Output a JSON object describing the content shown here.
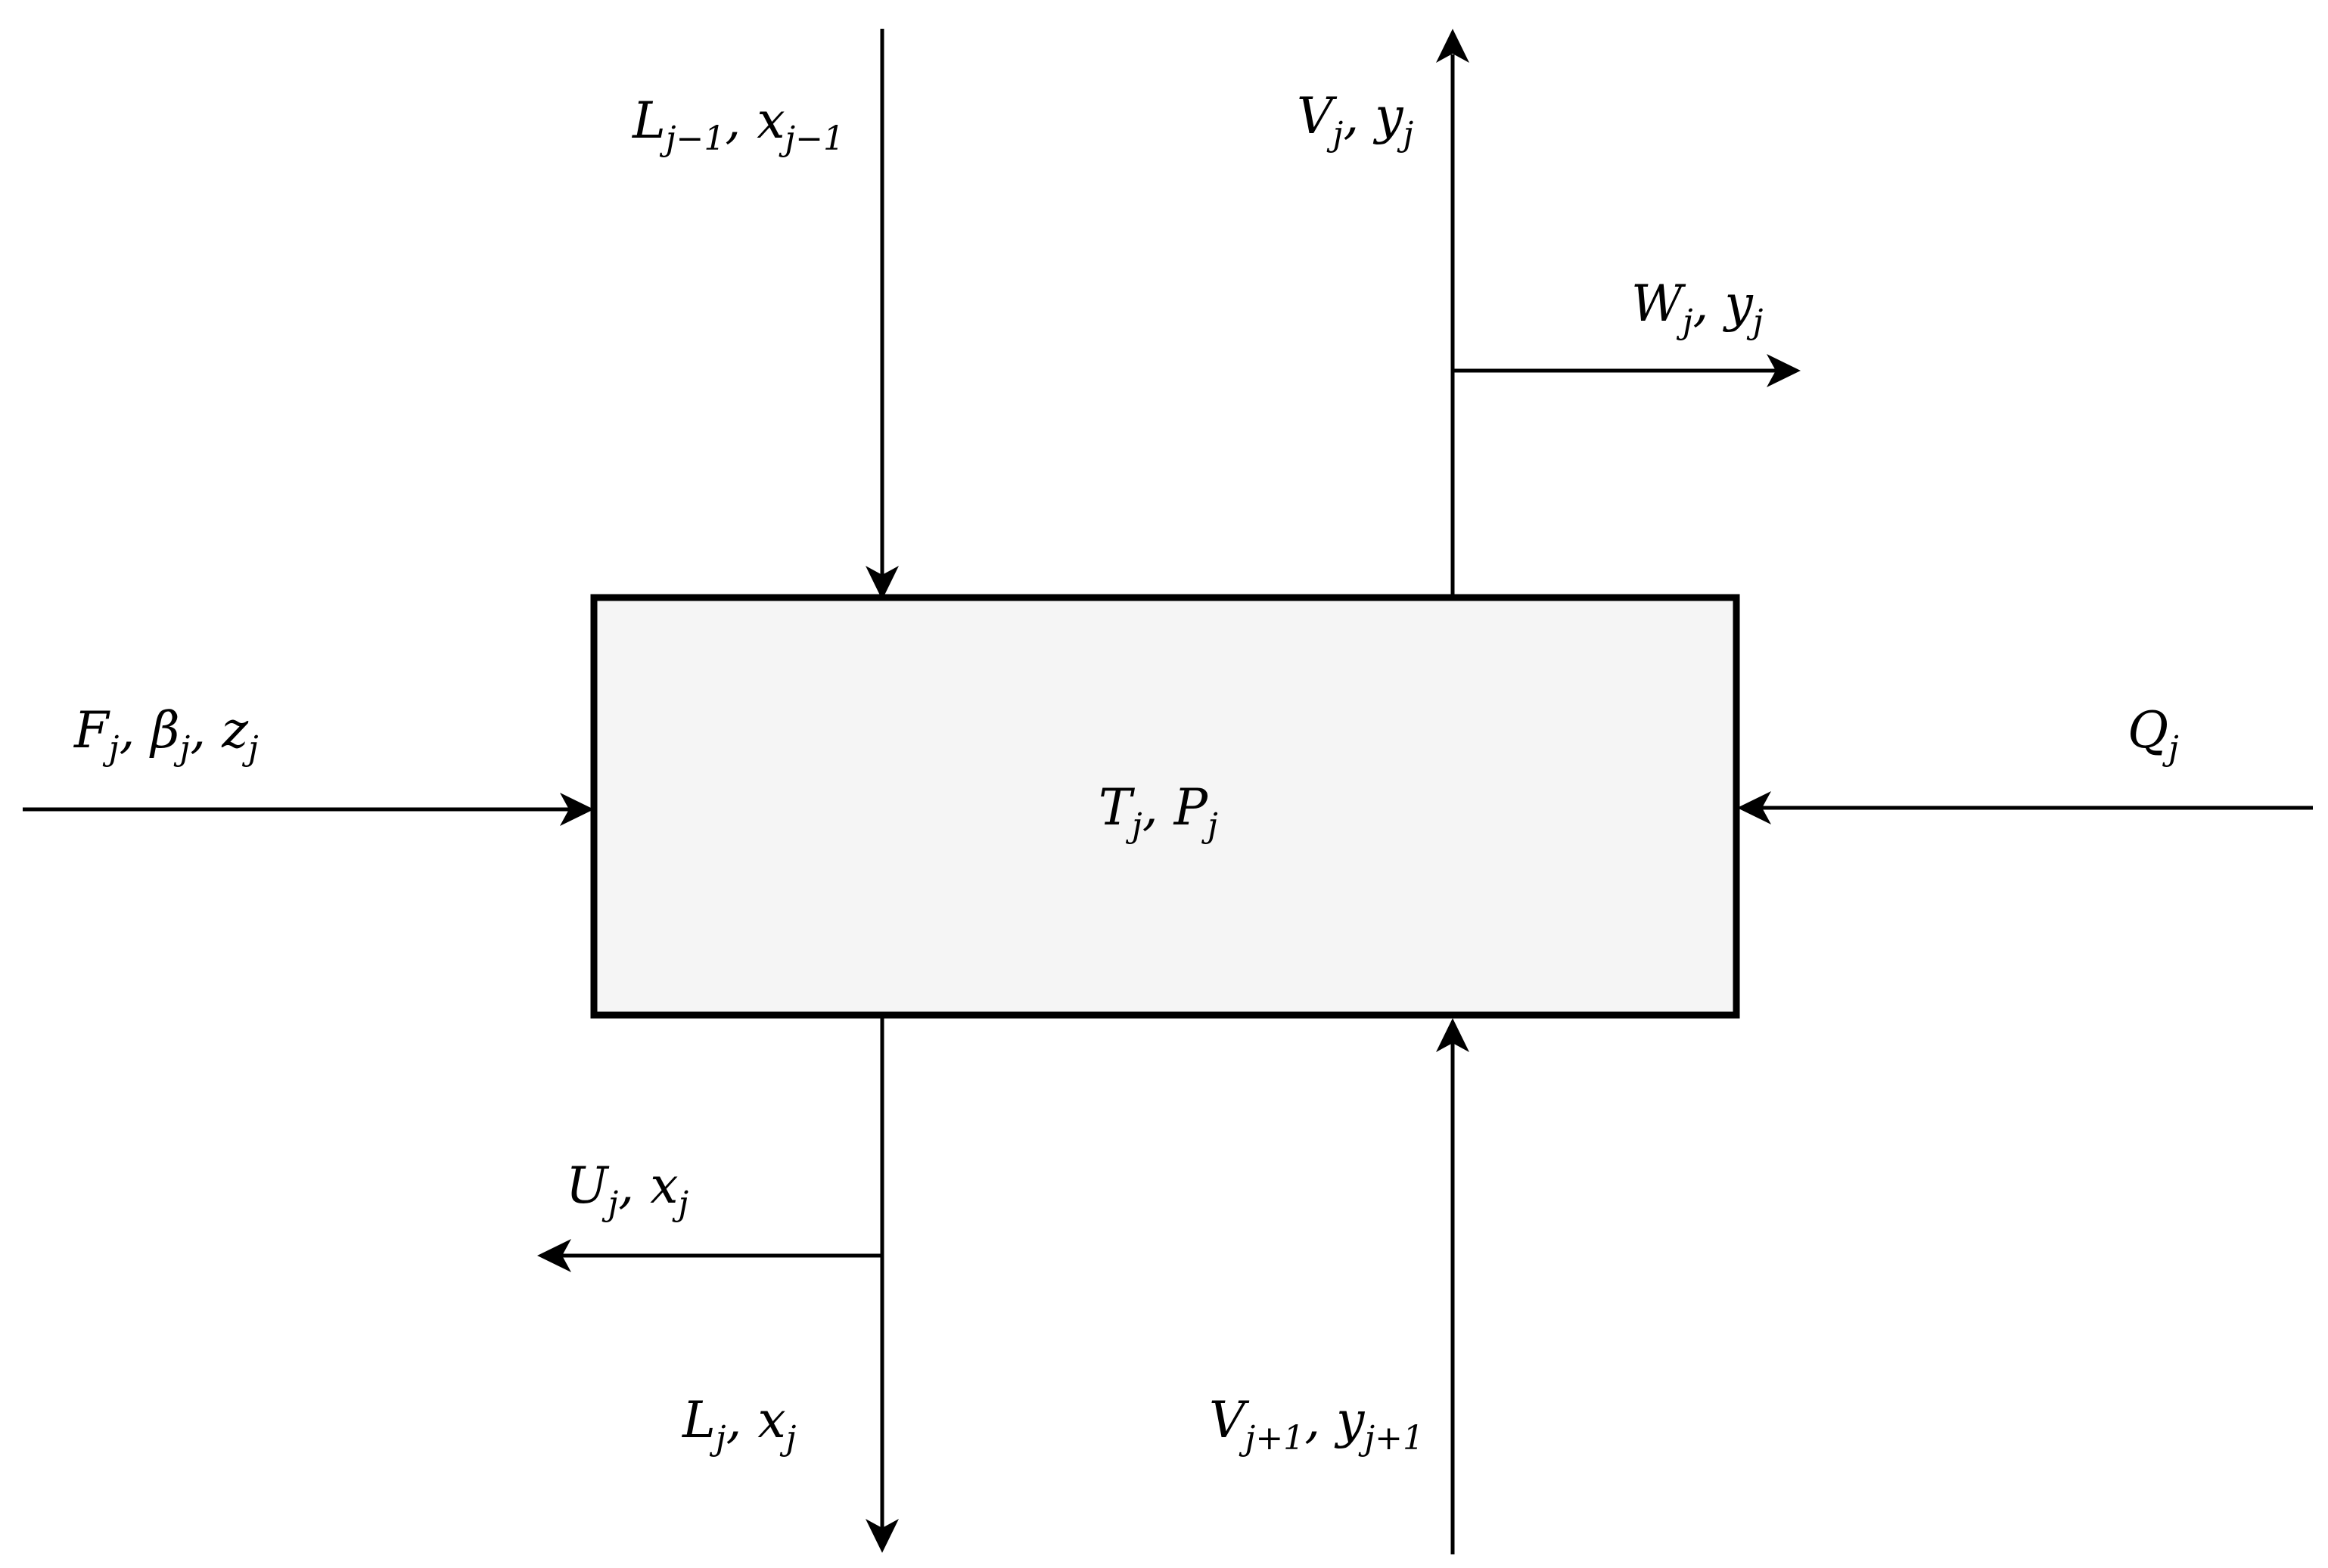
{
  "colors": {
    "line": "#000000",
    "stage_fill": "#f5f5f5",
    "background": "#ffffff"
  },
  "stage": {
    "label": {
      "main": "T",
      "sub": "j",
      "sep": ", ",
      "main2": "P",
      "sub2": "j"
    }
  },
  "streams": {
    "liquid_in": {
      "main": "L",
      "sub": "j−1",
      "sep": ", ",
      "main2": "x",
      "sub2": "j−1"
    },
    "vapor_out": {
      "main": "V",
      "sub": "j",
      "sep": ", ",
      "main2": "y",
      "sub2": "j"
    },
    "vapor_side": {
      "main": "W",
      "sub": "j",
      "sep": ", ",
      "main2": "y",
      "sub2": "j"
    },
    "feed": {
      "main": "F",
      "sub": "j",
      "sep": ", ",
      "main2": "β",
      "sub2": "j",
      "sep2": ", ",
      "main3": "z",
      "sub3": "j"
    },
    "heat": {
      "main": "Q",
      "sub": "j"
    },
    "liquid_side": {
      "main": "U",
      "sub": "j",
      "sep": ", ",
      "main2": "x",
      "sub2": "j"
    },
    "liquid_out": {
      "main": "L",
      "sub": "j",
      "sep": ", ",
      "main2": "x",
      "sub2": "j"
    },
    "vapor_in": {
      "main": "V",
      "sub": "j+1",
      "sep": ", ",
      "main2": "y",
      "sub2": "j+1"
    }
  }
}
